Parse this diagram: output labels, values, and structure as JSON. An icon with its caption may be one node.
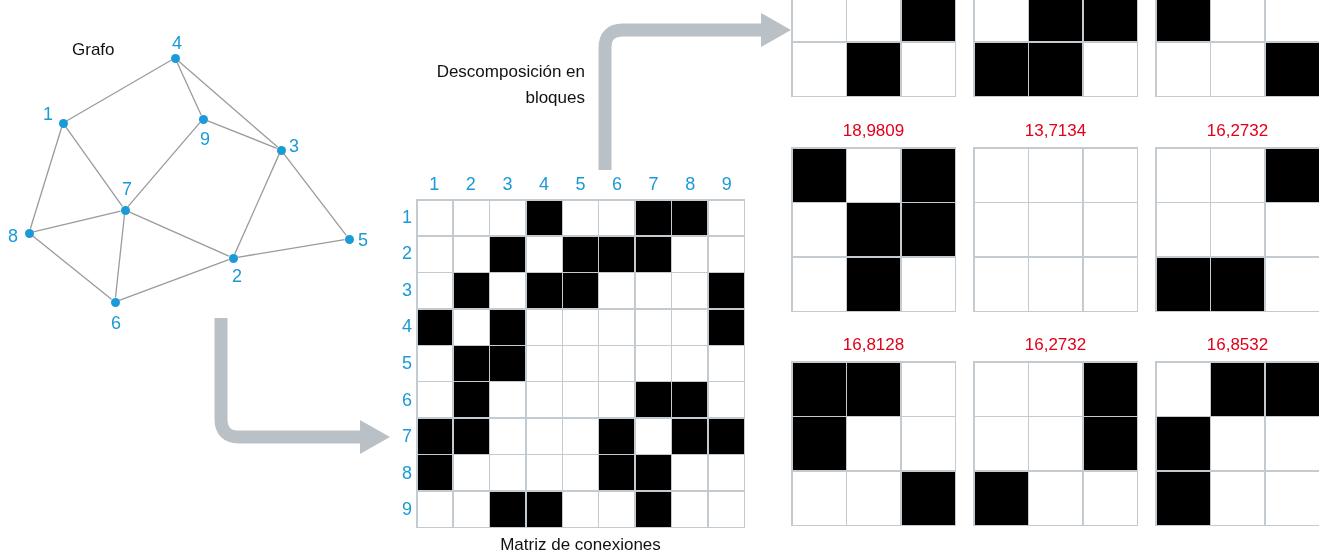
{
  "diagram": {
    "nodes": [
      {
        "text": [],
        "shape": "circle",
        "beside": [
          "1"
        ]
      },
      {
        "text": [],
        "shape": "circle",
        "beside": [
          "2"
        ]
      },
      {
        "text": [],
        "shape": "circle",
        "beside": [
          "3"
        ]
      },
      {
        "text": [],
        "shape": "circle",
        "beside": [
          "4"
        ]
      },
      {
        "text": [],
        "shape": "circle",
        "beside": [
          "5"
        ]
      },
      {
        "text": [],
        "shape": "circle",
        "beside": [
          "6"
        ]
      },
      {
        "text": [],
        "shape": "circle",
        "beside": [
          "7"
        ]
      },
      {
        "text": [],
        "shape": "circle",
        "beside": [
          "8"
        ]
      },
      {
        "text": [],
        "shape": "circle",
        "beside": [
          "9"
        ]
      },
      {
        "text": [
          "Matriz de conexiones"
        ]
      },
      {
        "text": [],
        "shape": "box"
      },
      {
        "text": [],
        "shape": "box"
      },
      {
        "text": [],
        "shape": "box"
      },
      {
        "text": [
          "18,9809"
        ]
      },
      {
        "text": [
          "13,7134"
        ]
      },
      {
        "text": [
          "16,2732"
        ]
      },
      {
        "text": [
          "16,8128"
        ]
      },
      {
        "text": [
          "16,2732"
        ]
      },
      {
        "text": [
          "16,8532"
        ]
      }
    ],
    "edges": [
      {
        "from": 0,
        "to": 3,
        "arrow": "none"
      },
      {
        "from": 0,
        "to": 6,
        "arrow": "none"
      },
      {
        "from": 0,
        "to": 7,
        "arrow": "none"
      },
      {
        "from": 3,
        "to": 8,
        "arrow": "none"
      },
      {
        "from": 3,
        "to": 2,
        "arrow": "none"
      },
      {
        "from": 8,
        "to": 2,
        "arrow": "none"
      },
      {
        "from": 8,
        "to": 6,
        "arrow": "none"
      },
      {
        "from": 2,
        "to": 1,
        "arrow": "none"
      },
      {
        "from": 2,
        "to": 4,
        "arrow": "none"
      },
      {
        "from": 6,
        "to": 7,
        "arrow": "none"
      },
      {
        "from": 6,
        "to": 1,
        "arrow": "none"
      },
      {
        "from": 6,
        "to": 5,
        "arrow": "none"
      },
      {
        "from": 7,
        "to": 5,
        "arrow": "none"
      },
      {
        "from": 5,
        "to": 1,
        "arrow": "none"
      },
      {
        "from": 1,
        "to": 4,
        "arrow": "none"
      },
      {
        "from": null,
        "to": 9,
        "arrow": "to",
        "style": "thick",
        "color": "#b9c1c6"
      },
      {
        "from": 9,
        "to": 10,
        "arrow": "to",
        "style": "thick",
        "color": "#b9c1c6",
        "label": "Descomposición en bloques"
      }
    ],
    "labels": [
      "Grafo",
      "1",
      "2",
      "3",
      "4",
      "5",
      "6",
      "7",
      "8",
      "9",
      "1",
      "2",
      "3",
      "4",
      "5",
      "6",
      "7",
      "8",
      "9"
    ]
  }
}
